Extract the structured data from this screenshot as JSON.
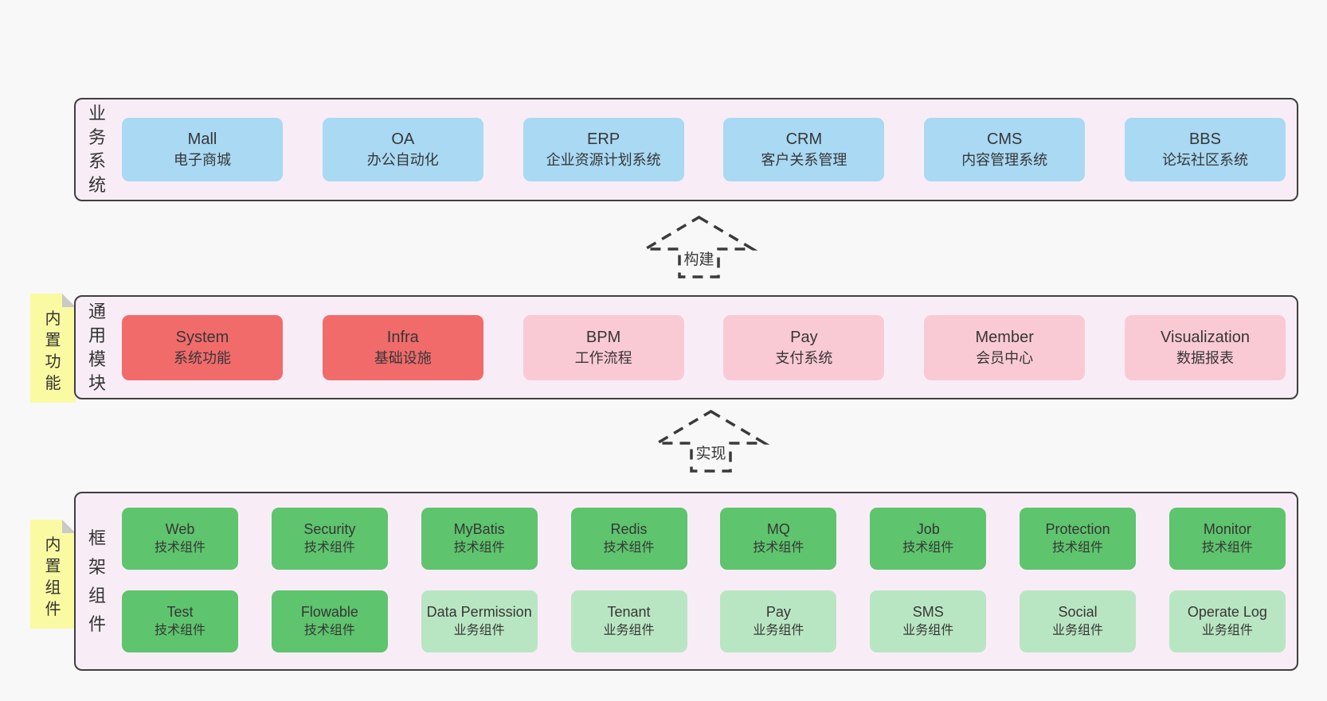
{
  "palette": {
    "page_bg": "#f8f8f8",
    "band_bg": "#f8edf6",
    "band_border": "#3f3f3f",
    "blue": "#a9d9f3",
    "red": "#f16b6b",
    "pink": "#facad4",
    "green": "#5ec46d",
    "lightgreen": "#b9e6c2",
    "note_bg": "#fafaa2",
    "note_fold": "#c9c9c9",
    "text": "#333333"
  },
  "bands": {
    "business": {
      "label": "业务系统",
      "boxes": [
        {
          "title": "Mall",
          "subtitle": "电子商城",
          "color": "blue"
        },
        {
          "title": "OA",
          "subtitle": "办公自动化",
          "color": "blue"
        },
        {
          "title": "ERP",
          "subtitle": "企业资源计划系统",
          "color": "blue"
        },
        {
          "title": "CRM",
          "subtitle": "客户关系管理",
          "color": "blue"
        },
        {
          "title": "CMS",
          "subtitle": "内容管理系统",
          "color": "blue"
        },
        {
          "title": "BBS",
          "subtitle": "论坛社区系统",
          "color": "blue"
        }
      ]
    },
    "modules": {
      "label": "通用模块",
      "note": "内置功能",
      "boxes": [
        {
          "title": "System",
          "subtitle": "系统功能",
          "color": "red"
        },
        {
          "title": "Infra",
          "subtitle": "基础设施",
          "color": "red"
        },
        {
          "title": "BPM",
          "subtitle": "工作流程",
          "color": "pink"
        },
        {
          "title": "Pay",
          "subtitle": "支付系统",
          "color": "pink"
        },
        {
          "title": "Member",
          "subtitle": "会员中心",
          "color": "pink"
        },
        {
          "title": "Visualization",
          "subtitle": "数据报表",
          "color": "pink"
        }
      ]
    },
    "components": {
      "label": "框架组件",
      "note": "内置组件",
      "rows": [
        [
          {
            "title": "Web",
            "subtitle": "技术组件",
            "color": "green"
          },
          {
            "title": "Security",
            "subtitle": "技术组件",
            "color": "green"
          },
          {
            "title": "MyBatis",
            "subtitle": "技术组件",
            "color": "green"
          },
          {
            "title": "Redis",
            "subtitle": "技术组件",
            "color": "green"
          },
          {
            "title": "MQ",
            "subtitle": "技术组件",
            "color": "green"
          },
          {
            "title": "Job",
            "subtitle": "技术组件",
            "color": "green"
          },
          {
            "title": "Protection",
            "subtitle": "技术组件",
            "color": "green"
          },
          {
            "title": "Monitor",
            "subtitle": "技术组件",
            "color": "green"
          }
        ],
        [
          {
            "title": "Test",
            "subtitle": "技术组件",
            "color": "green"
          },
          {
            "title": "Flowable",
            "subtitle": "技术组件",
            "color": "green"
          },
          {
            "title": "Data Permission",
            "subtitle": "业务组件",
            "color": "lightgreen"
          },
          {
            "title": "Tenant",
            "subtitle": "业务组件",
            "color": "lightgreen"
          },
          {
            "title": "Pay",
            "subtitle": "业务组件",
            "color": "lightgreen"
          },
          {
            "title": "SMS",
            "subtitle": "业务组件",
            "color": "lightgreen"
          },
          {
            "title": "Social",
            "subtitle": "业务组件",
            "color": "lightgreen"
          },
          {
            "title": "Operate Log",
            "subtitle": "业务组件",
            "color": "lightgreen"
          }
        ]
      ]
    }
  },
  "arrows": [
    {
      "label": "构建"
    },
    {
      "label": "实现"
    }
  ]
}
